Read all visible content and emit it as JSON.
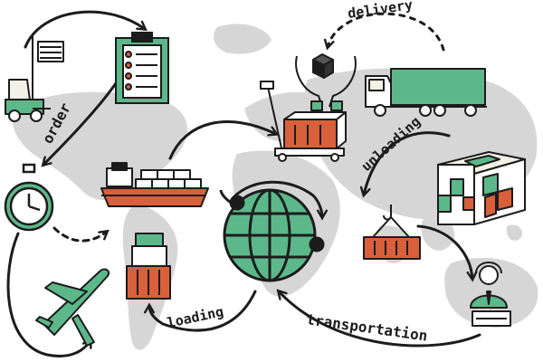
{
  "labels": {
    "order": "order",
    "delivery": "delivery",
    "unloading": "unloading",
    "loading": "loading",
    "transportation": "transportation"
  },
  "icons": [
    "forklift-icon",
    "clipboard-checklist-icon",
    "hands-holding-box-icon",
    "delivery-truck-icon",
    "pallet-jack-icon",
    "stopwatch-icon",
    "cargo-ship-icon",
    "globe-icon",
    "container-stack-icon",
    "crane-hook-container-icon",
    "airplane-icon",
    "stacked-boxes-icon",
    "support-operator-icon"
  ],
  "colors": {
    "green": "#5cb88a",
    "orange": "#d9603b",
    "map": "#d6d6d6",
    "ink": "#1c1c1c",
    "cream": "#f3f0e6"
  }
}
